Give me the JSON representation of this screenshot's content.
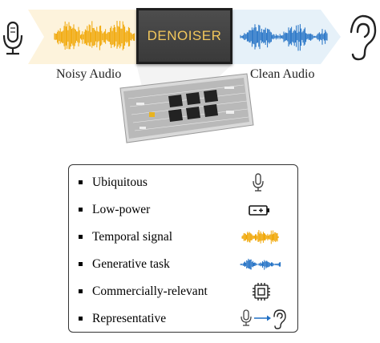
{
  "pipeline": {
    "input_label": "Noisy Audio",
    "output_label": "Clean Audio",
    "block_label": "DENOISER",
    "colors": {
      "noisy_wave": "#f0a500",
      "clean_wave": "#1f6fc4",
      "input_band": "#fdf3dc",
      "output_band": "#e6f1f9",
      "block_text": "#f2c75c"
    },
    "icons": [
      "microphone-icon",
      "ear-icon",
      "chip-icon"
    ]
  },
  "features": [
    {
      "label": "Ubiquitous",
      "icon": "microphone-icon"
    },
    {
      "label": "Low-power",
      "icon": "battery-icon"
    },
    {
      "label": "Temporal signal",
      "icon": "noisy-waveform-icon"
    },
    {
      "label": "Generative task",
      "icon": "clean-waveform-icon"
    },
    {
      "label": "Commercially-relevant",
      "icon": "chip-icon"
    },
    {
      "label": "Representative",
      "icon": "microphone-to-ear-icon"
    }
  ]
}
